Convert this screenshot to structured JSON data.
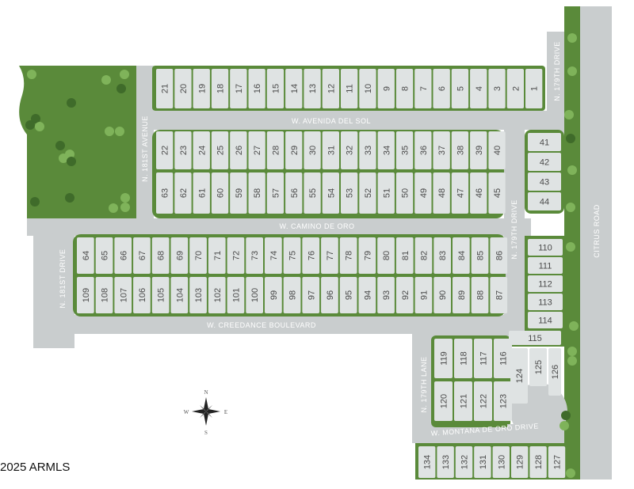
{
  "streets": {
    "avenida": "W. AVENIDA DEL SOL",
    "camino": "W. CAMINO DE ORO",
    "creedance": "W. CREEDANCE BOULEVARD",
    "montana": "W. MONTANA DE ORO DRIVE",
    "avenue181": "N. 181ST AVENUE",
    "drive181": "N. 181ST DRIVE",
    "drive179top": "N. 179TH DRIVE",
    "drive179mid": "N. 179TH DRIVE",
    "lane179": "N. 179TH LANE",
    "citrus": "CITRUS ROAD"
  },
  "compass": {
    "n": "N",
    "s": "S",
    "e": "E",
    "w": "W"
  },
  "copyright": "2025 ARMLS",
  "colors": {
    "green": "#5a8a3a",
    "road": "#c9cdce",
    "lot": "#dfe3e3",
    "lot_border": "#7aa06a",
    "tree": "#3f6b2a"
  }
}
